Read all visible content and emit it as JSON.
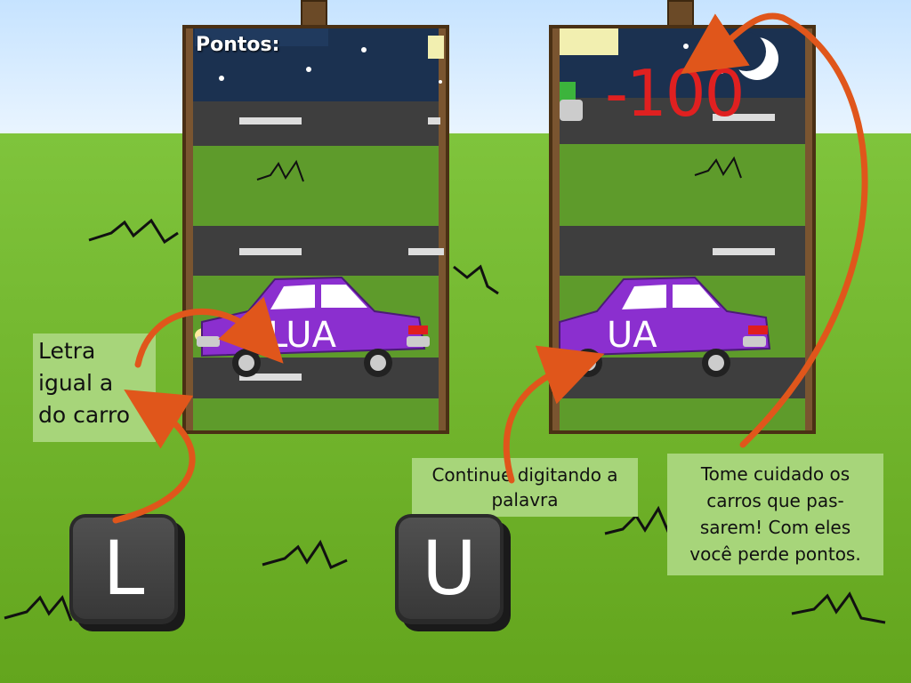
{
  "score": {
    "label": "Pontos:"
  },
  "panels": [
    {
      "car_word": "LUA"
    },
    {
      "car_word": "UA",
      "penalty": "-100"
    }
  ],
  "hints": {
    "matching_letter": {
      "lines": [
        "Letra",
        "igual a",
        "do carro"
      ]
    },
    "continue_typing": {
      "lines": [
        "Continue digitando a",
        "palavra"
      ]
    },
    "warning": {
      "lines": [
        "Tome cuidado os",
        "carros que pas-",
        "sarem! Com eles",
        "você perde pontos."
      ]
    }
  },
  "keys": [
    {
      "letter": "L"
    },
    {
      "letter": "U"
    }
  ],
  "colors": {
    "car": "#8b2fcf",
    "arrow": "#e0561b",
    "penalty": "#e02020",
    "label_bg": "#a7d57a"
  }
}
